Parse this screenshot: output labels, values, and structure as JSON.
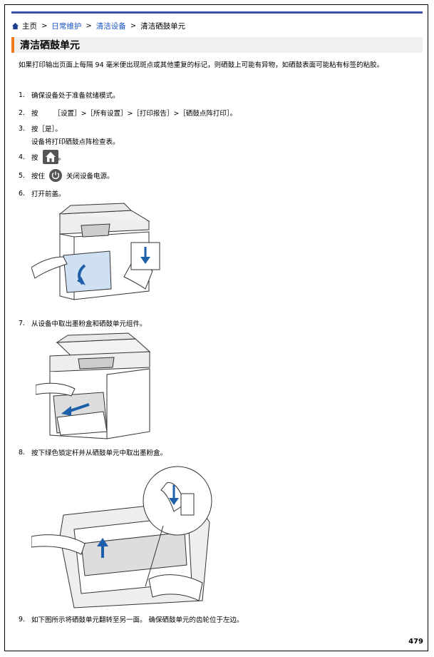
{
  "breadcrumb": {
    "home": "主页",
    "level1": "日常维护",
    "level2": "清洁设备",
    "current": "清洁硒鼓单元"
  },
  "title": "清洁硒鼓单元",
  "intro": "如果打印输出页面上每隔 94 毫米便出现斑点或其他重复的标记，则硒鼓上可能有异物，如硒鼓表面可能粘有标签的粘胶。",
  "steps": [
    {
      "num": "1.",
      "text": "确保设备处于准备就绪模式。"
    },
    {
      "num": "2.",
      "text": "按",
      "text2": "［设置］>［所有设置］>［打印报告］>［硒鼓点阵打印］。"
    },
    {
      "num": "3.",
      "text": "按［是］。",
      "sub": "设备将打印硒鼓点阵检查表。"
    },
    {
      "num": "4.",
      "text": "按",
      "text2": "。"
    },
    {
      "num": "5.",
      "text": "按住",
      "text2": "关闭设备电源。"
    },
    {
      "num": "6.",
      "text": "打开前盖。"
    },
    {
      "num": "7.",
      "text": "从设备中取出墨粉盒和硒鼓单元组件。"
    },
    {
      "num": "8.",
      "text": "按下绿色锁定杆并从硒鼓单元中取出墨粉盒。"
    },
    {
      "num": "9.",
      "text": "如下图所示将硒鼓单元翻转至另一面。 确保硒鼓单元的齿轮位于左边。"
    }
  ],
  "page_number": "479",
  "colors": {
    "accent": "#f07b1e",
    "topbar": "#3a4fa8",
    "link": "#1a56c8",
    "arrow": "#1d5fa8"
  }
}
